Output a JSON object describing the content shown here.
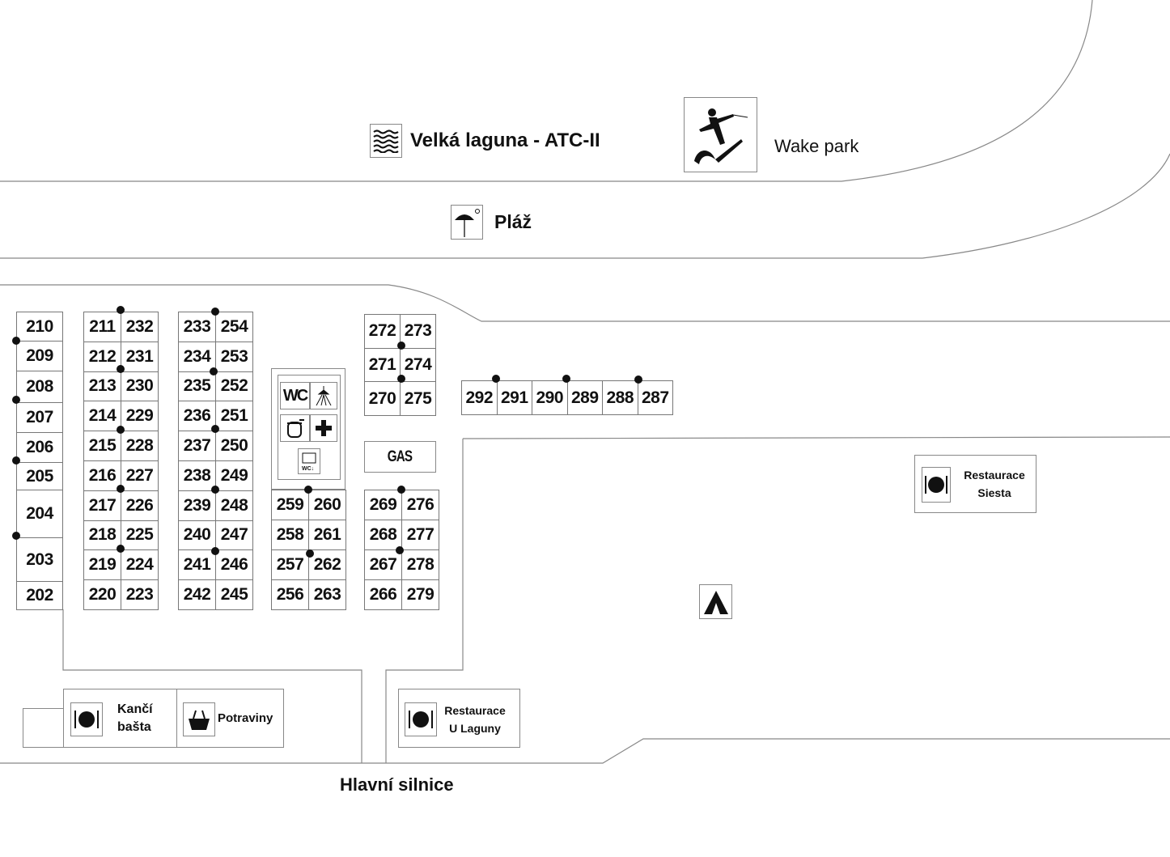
{
  "labels": {
    "lagoon": "Velká laguna - ATC-II",
    "wake_park": "Wake park",
    "beach": "Pláž",
    "main_road": "Hlavní silnice",
    "gas": "GAS",
    "wc": "WC"
  },
  "buildings": {
    "kanci_basta": [
      "Kančí",
      "bašta"
    ],
    "potraviny": "Potraviny",
    "u_laguny": [
      "Restaurace",
      "U Laguny"
    ],
    "siesta": [
      "Restaurace",
      "Siesta"
    ]
  },
  "plots": {
    "left_column": [
      "210",
      "209",
      "208",
      "207",
      "206",
      "205",
      "204",
      "203",
      "202"
    ],
    "block_a_left": [
      "211",
      "212",
      "213",
      "214",
      "215",
      "216",
      "217",
      "218",
      "219",
      "220"
    ],
    "block_a_right": [
      "232",
      "231",
      "230",
      "229",
      "228",
      "227",
      "226",
      "225",
      "224",
      "223"
    ],
    "block_b_left": [
      "233",
      "234",
      "235",
      "236",
      "237",
      "238",
      "239",
      "240",
      "241",
      "242"
    ],
    "block_b_right": [
      "254",
      "253",
      "252",
      "251",
      "250",
      "249",
      "248",
      "247",
      "246",
      "245"
    ],
    "block_c_left": [
      "259",
      "258",
      "257",
      "256"
    ],
    "block_c_right": [
      "260",
      "261",
      "262",
      "263"
    ],
    "block_d_left": [
      "272",
      "271",
      "270"
    ],
    "block_d_right": [
      "273",
      "274",
      "275"
    ],
    "block_e_left": [
      "269",
      "268",
      "267",
      "266"
    ],
    "block_e_right": [
      "276",
      "277",
      "278",
      "279"
    ],
    "row_f": [
      "292",
      "291",
      "290",
      "289",
      "288",
      "287"
    ]
  }
}
